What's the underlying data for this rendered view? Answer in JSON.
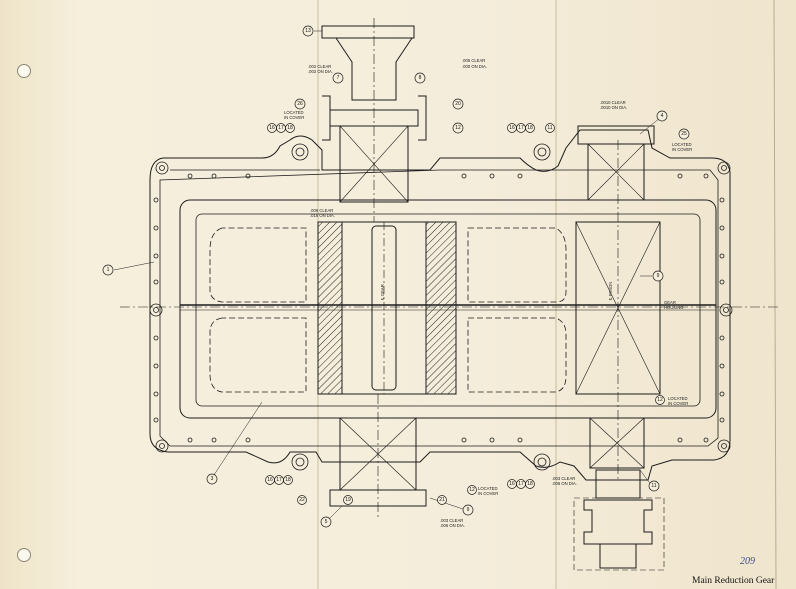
{
  "caption": "Main Reduction Gear",
  "page_number": "209",
  "callouts": {
    "c1": "1",
    "c3": "3",
    "c4": "4",
    "c5": "5",
    "c7": "7",
    "c8": "8",
    "c9": "9",
    "c11": "11",
    "c12": "12",
    "c13": "13",
    "c16": "16",
    "c17": "17",
    "c18": "18",
    "c19": "19",
    "c20": "20",
    "c21": "21",
    "c22": "22",
    "c25": "25",
    "c26": "26"
  },
  "notes": {
    "clear_top": ".005 CLEAR",
    "dia_top": ".000 ON DIA.",
    "clear_small_1": ".002 CLEAR",
    "dia_small_1": ".002 ON DIA.",
    "clear_small_2": ".0010 CLEAR",
    "dia_small_2": ".0010 ON DIA.",
    "clear_mid": ".006 CLEAR",
    "dia_mid": ".016 ON DIA.",
    "clear_bot": ".003 CLEAR",
    "dia_bot": ".006 ON DIA.",
    "clear_right_bot": ".003 CLEAR",
    "dia_right_bot": ".006 ON DIA.",
    "located_cover_1": "LOCATED",
    "located_cover_1b": "IN COVER",
    "located_cover_2": "LOCATED",
    "located_cover_2b": "IN COVER",
    "located_cover_3": "LOCATED",
    "located_cover_3b": "IN COVER",
    "located_cover_4": "LOCATED",
    "located_cover_4b": "IN COVER",
    "gear_cl": "℄ GEAR",
    "pinion_cl": "℄ PINION",
    "gear_housing": "GEAR",
    "gear_housing_b": "HOUSING"
  },
  "colors": {
    "paper": "#f3ebd6",
    "ink": "#1a1a1a",
    "page_number_ink": "#3a4c8a"
  }
}
